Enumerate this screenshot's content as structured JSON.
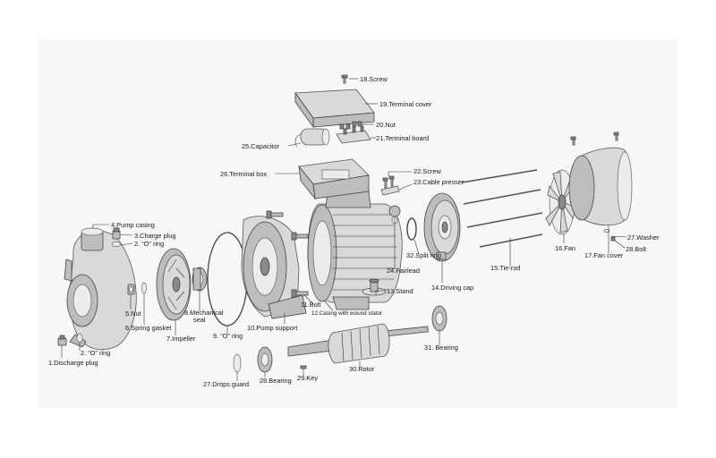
{
  "labels": {
    "l1": "1.Discharge plug",
    "l2a": "2. “O” ring",
    "l2b": "2. “O” ring",
    "l3": "3.Charge plug",
    "l4": "4.Pump casing",
    "l5": "5.Nut",
    "l6": "6.Spring gasket",
    "l7": "7.Impeller",
    "l8a": "8.Mechanical",
    "l8b": "seal",
    "l9": "9. “O” ring",
    "l10": "10.Pump support",
    "l11": "11.Bolt",
    "l12": "12.Casing with wound stator",
    "l13": "13.Stand",
    "l14": "14.Driving cap",
    "l15": "15.Tie-rod",
    "l16": "16.Fan",
    "l17": "17.Fan cover",
    "l18": "18.Screw",
    "l19": "19.Terminal cover",
    "l20": "20.Nut",
    "l21": "21.Terminal board",
    "l22": "22.Screw",
    "l23": "23.Cable presser",
    "l24": "24.Fairlead",
    "l25": "25.Capacitor",
    "l26": "26.Terminal box",
    "l27a": "27.Washer",
    "l27b": "27.Drops guard",
    "l28a": "28.Bolt",
    "l28b": "28.Bearing",
    "l29": "29.Key",
    "l30": "30.Rotor",
    "l31": "31. Bearing",
    "l32": "32.Split ring"
  }
}
